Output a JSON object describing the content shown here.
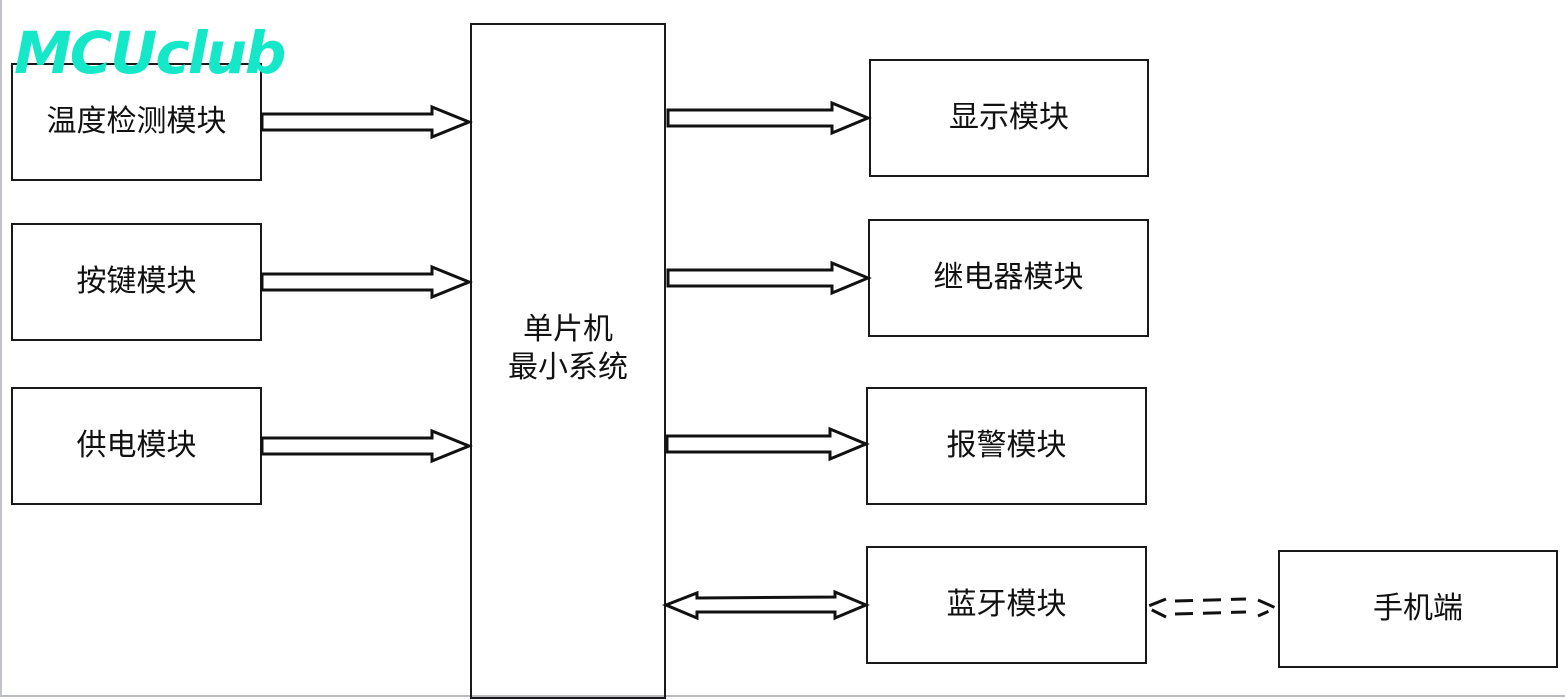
{
  "logo": {
    "text": "MCUclub",
    "color": "#14e8c8"
  },
  "center": {
    "line1": "单片机",
    "line2": "最小系统"
  },
  "inputs": [
    {
      "label": "温度检测模块"
    },
    {
      "label": "按键模块"
    },
    {
      "label": "供电模块"
    }
  ],
  "outputs": [
    {
      "label": "显示模块"
    },
    {
      "label": "继电器模块"
    },
    {
      "label": "报警模块"
    },
    {
      "label": "蓝牙模块"
    }
  ],
  "remote": {
    "label": "手机端"
  },
  "connections": [
    {
      "from": "温度检测模块",
      "to": "单片机最小系统",
      "type": "one-way"
    },
    {
      "from": "按键模块",
      "to": "单片机最小系统",
      "type": "one-way"
    },
    {
      "from": "供电模块",
      "to": "单片机最小系统",
      "type": "one-way"
    },
    {
      "from": "单片机最小系统",
      "to": "显示模块",
      "type": "one-way"
    },
    {
      "from": "单片机最小系统",
      "to": "继电器模块",
      "type": "one-way"
    },
    {
      "from": "单片机最小系统",
      "to": "报警模块",
      "type": "one-way"
    },
    {
      "from": "单片机最小系统",
      "to": "蓝牙模块",
      "type": "two-way"
    },
    {
      "from": "蓝牙模块",
      "to": "手机端",
      "type": "two-way-wireless-dashed"
    }
  ]
}
